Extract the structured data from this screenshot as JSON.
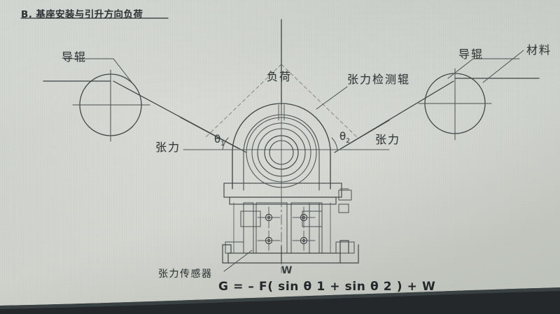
{
  "document": {
    "title": "B. 基座安装与引升方向负荷",
    "formula": "G = – F( sin θ 1 + sin θ 2 ) + W"
  },
  "diagram": {
    "type": "engineering-schematic",
    "subject": "tension-detection-roller-pedestal-mount",
    "labels": {
      "guide_roller_left": "导辊",
      "guide_roller_right": "导辊",
      "material": "材料",
      "load": "负荷",
      "tension_detection_roller": "张力检测辊",
      "tension_left": "张力",
      "tension_right": "张力",
      "theta1": "θ",
      "theta1_sub": "1",
      "theta2": "θ",
      "theta2_sub": "2",
      "tension_sensor": "张力传感器",
      "weight": "W"
    },
    "colors": {
      "ink": "#3a4042",
      "ink_light": "#6c7473",
      "paper": "#c8ccc5",
      "shadow": "#232627"
    }
  }
}
